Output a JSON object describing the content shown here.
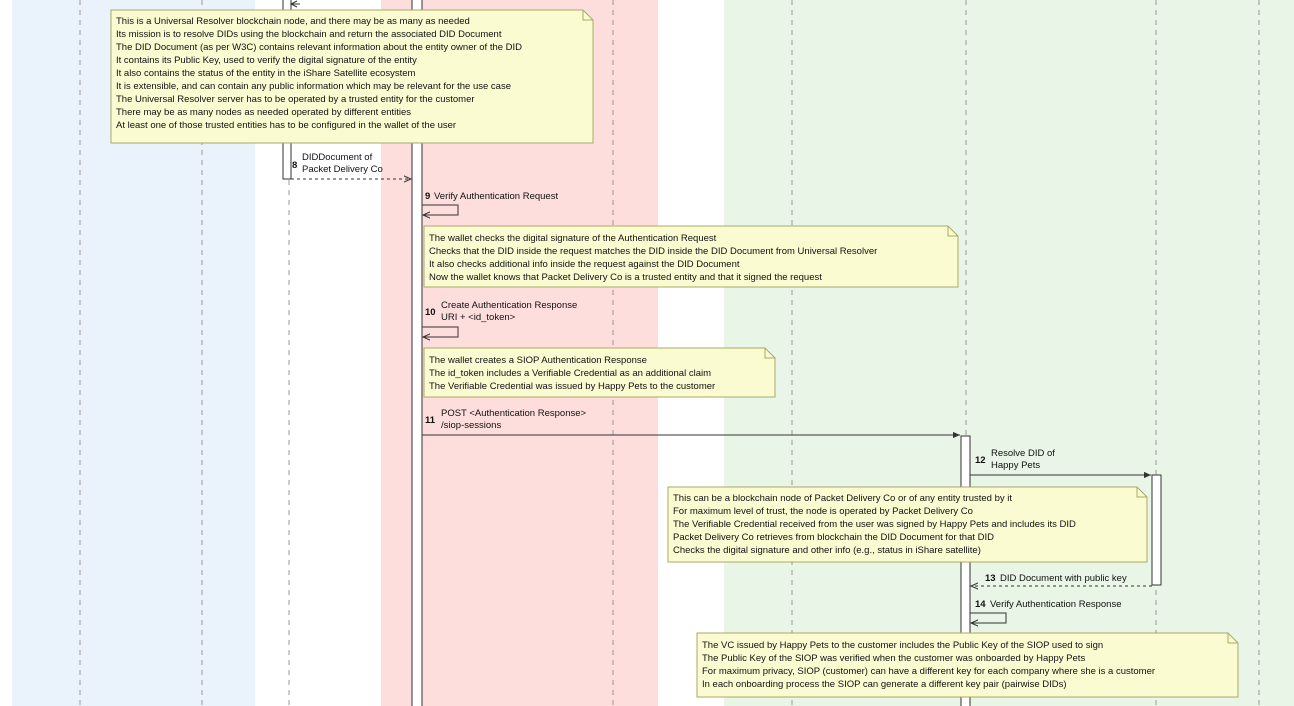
{
  "colors": {
    "box_blue": "#eaf2fc",
    "box_red": "#fddedd",
    "box_green": "#e9f5e6",
    "note_fill": "#fbfbd2",
    "note_stroke": "#aaaa66",
    "line": "#333333",
    "lifeline": "#999999"
  },
  "notes": [
    {
      "id": "note-universal-resolver",
      "lines": [
        "This is a Universal Resolver blockchain node, and there may be as many as needed",
        "Its mission is to resolve DIDs using the blockchain and return the associated DID Document",
        "The DID Document (as per W3C) contains relevant information about the entity owner of the DID",
        "It contains its Public Key, used to verify the digital signature of the entity",
        "It also contains the status of the entity in the iShare Satellite ecosystem",
        "It is extensible, and can contain any public information which may be relevant for the use case",
        "The Universal Resolver server has to be operated by a trusted entity for the customer",
        "There may be as many nodes as needed operated by different entities",
        "At least one of those trusted entities has to be configured in the wallet of the user"
      ]
    },
    {
      "id": "note-wallet-checks-signature",
      "lines": [
        "The wallet checks the digital signature of the Authentication Request",
        "Checks that the DID inside the request matches the DID inside the DID Document from Universal Resolver",
        "It also checks additional info inside the request against the DID Document",
        "Now the wallet knows that Packet Delivery Co is a trusted entity and that it signed the request"
      ]
    },
    {
      "id": "note-wallet-creates-response",
      "lines": [
        "The wallet creates a SIOP Authentication Response",
        "The id_token includes a Verifiable Credential as an additional claim",
        "The Verifiable Credential was issued by Happy Pets to the customer"
      ]
    },
    {
      "id": "note-blockchain-node",
      "lines": [
        "This can be a blockchain node of Packet Delivery Co or of any entity trusted by it",
        "For maximum level of trust, the node is operated by Packet Delivery Co",
        "The Verifiable Credential received from the user was signed by Happy Pets and includes its DID",
        "Packet Delivery Co retrieves from blockchain the DID Document for that DID",
        "Checks the digital signature and other info (e.g., status in iShare satellite)"
      ]
    },
    {
      "id": "note-vc-public-key",
      "lines": [
        "The VC issued by Happy Pets to the customer includes the Public Key of the SIOP used to sign",
        "The Public Key of the SIOP was verified when the customer was onboarded by Happy Pets",
        "For maximum privacy, SIOP (customer) can have a different key for each company where she is a customer",
        "In each onboarding process the SIOP can generate a different key pair (pairwise DIDs)"
      ]
    }
  ],
  "messages": [
    {
      "id": "msg-8",
      "num": "8",
      "lines": [
        "DIDDocument of",
        "Packet Delivery Co"
      ],
      "style": "dashed"
    },
    {
      "id": "msg-9",
      "num": "9",
      "lines": [
        "Verify Authentication Request"
      ],
      "style": "self"
    },
    {
      "id": "msg-10",
      "num": "10",
      "lines": [
        "Create Authentication Response",
        "URI + <id_token>"
      ],
      "style": "self"
    },
    {
      "id": "msg-11",
      "num": "11",
      "lines": [
        "POST <Authentication Response>",
        "/siop-sessions"
      ],
      "style": "solid"
    },
    {
      "id": "msg-12",
      "num": "12",
      "lines": [
        "Resolve DID of",
        "Happy Pets"
      ],
      "style": "solid"
    },
    {
      "id": "msg-13",
      "num": "13",
      "lines": [
        "DID Document with public key"
      ],
      "style": "dashed"
    },
    {
      "id": "msg-14",
      "num": "14",
      "lines": [
        "Verify Authentication Response"
      ],
      "style": "self"
    }
  ]
}
